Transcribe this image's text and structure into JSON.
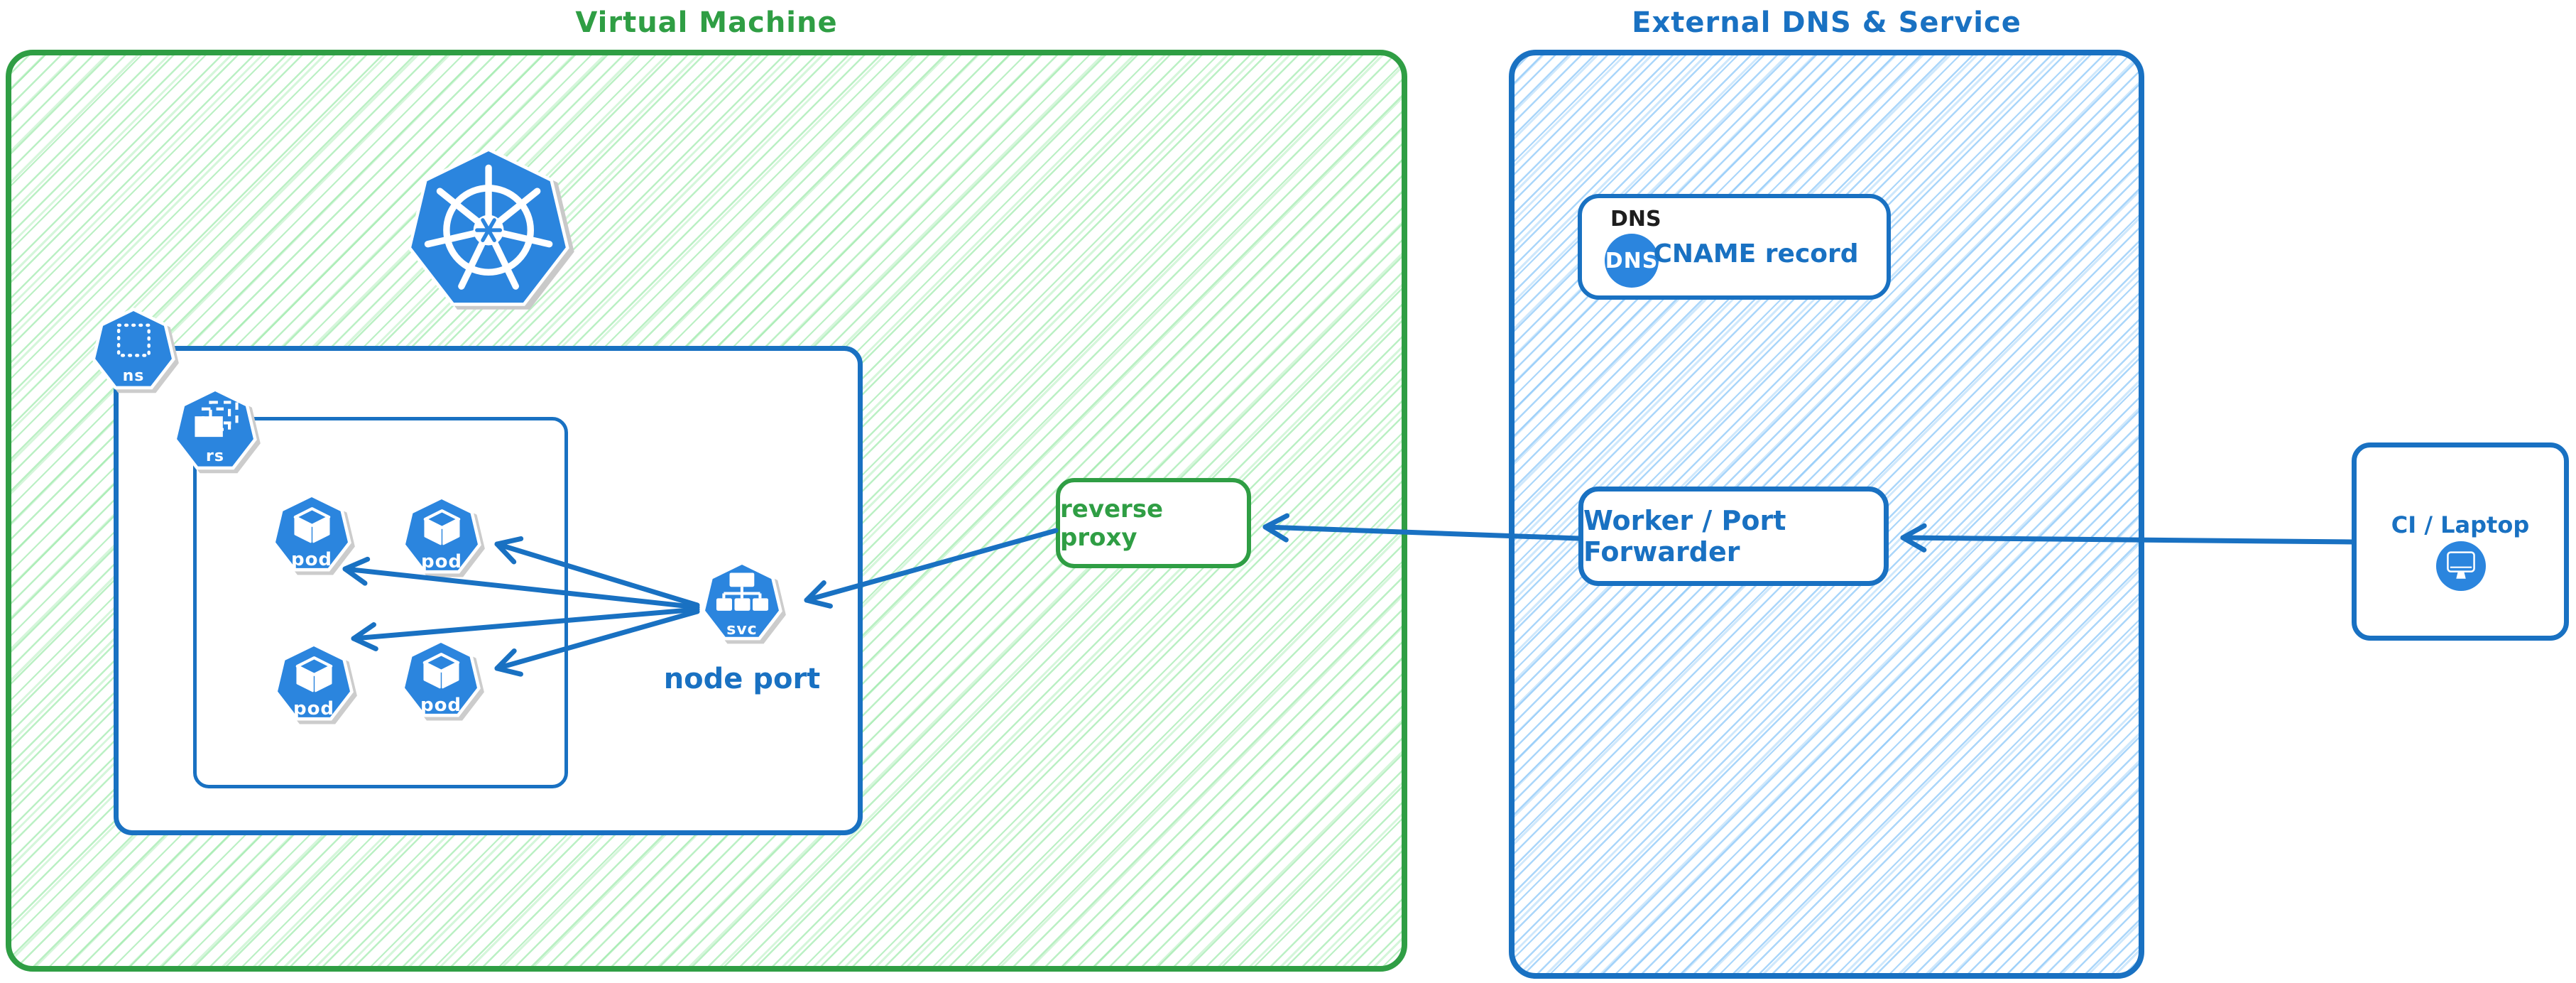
{
  "canvas": {
    "vm": {
      "title": "Virtual Machine"
    },
    "external": {
      "title": "External DNS & Service"
    },
    "icons": {
      "namespace": "ns",
      "replicaset": "rs",
      "service": "svc"
    },
    "pods": [
      {
        "label": "pod"
      },
      {
        "label": "pod"
      },
      {
        "label": "pod"
      },
      {
        "label": "pod"
      }
    ],
    "node_port_label": "node port",
    "reverse_proxy": {
      "label": "reverse proxy"
    },
    "dns": {
      "tag": "DNS",
      "badge": "DNS",
      "record": "CNAME record"
    },
    "worker": {
      "label": "Worker / Port Forwarder"
    },
    "ci": {
      "label": "CI / Laptop"
    },
    "colors": {
      "green_stroke": "#2f9e44",
      "green_hatch": "#96e8a4",
      "blue_stroke": "#1971c2",
      "blue_hatch": "#86c5f8",
      "icon_blue": "#2b85de",
      "text_black": "#1e1e1e"
    }
  }
}
